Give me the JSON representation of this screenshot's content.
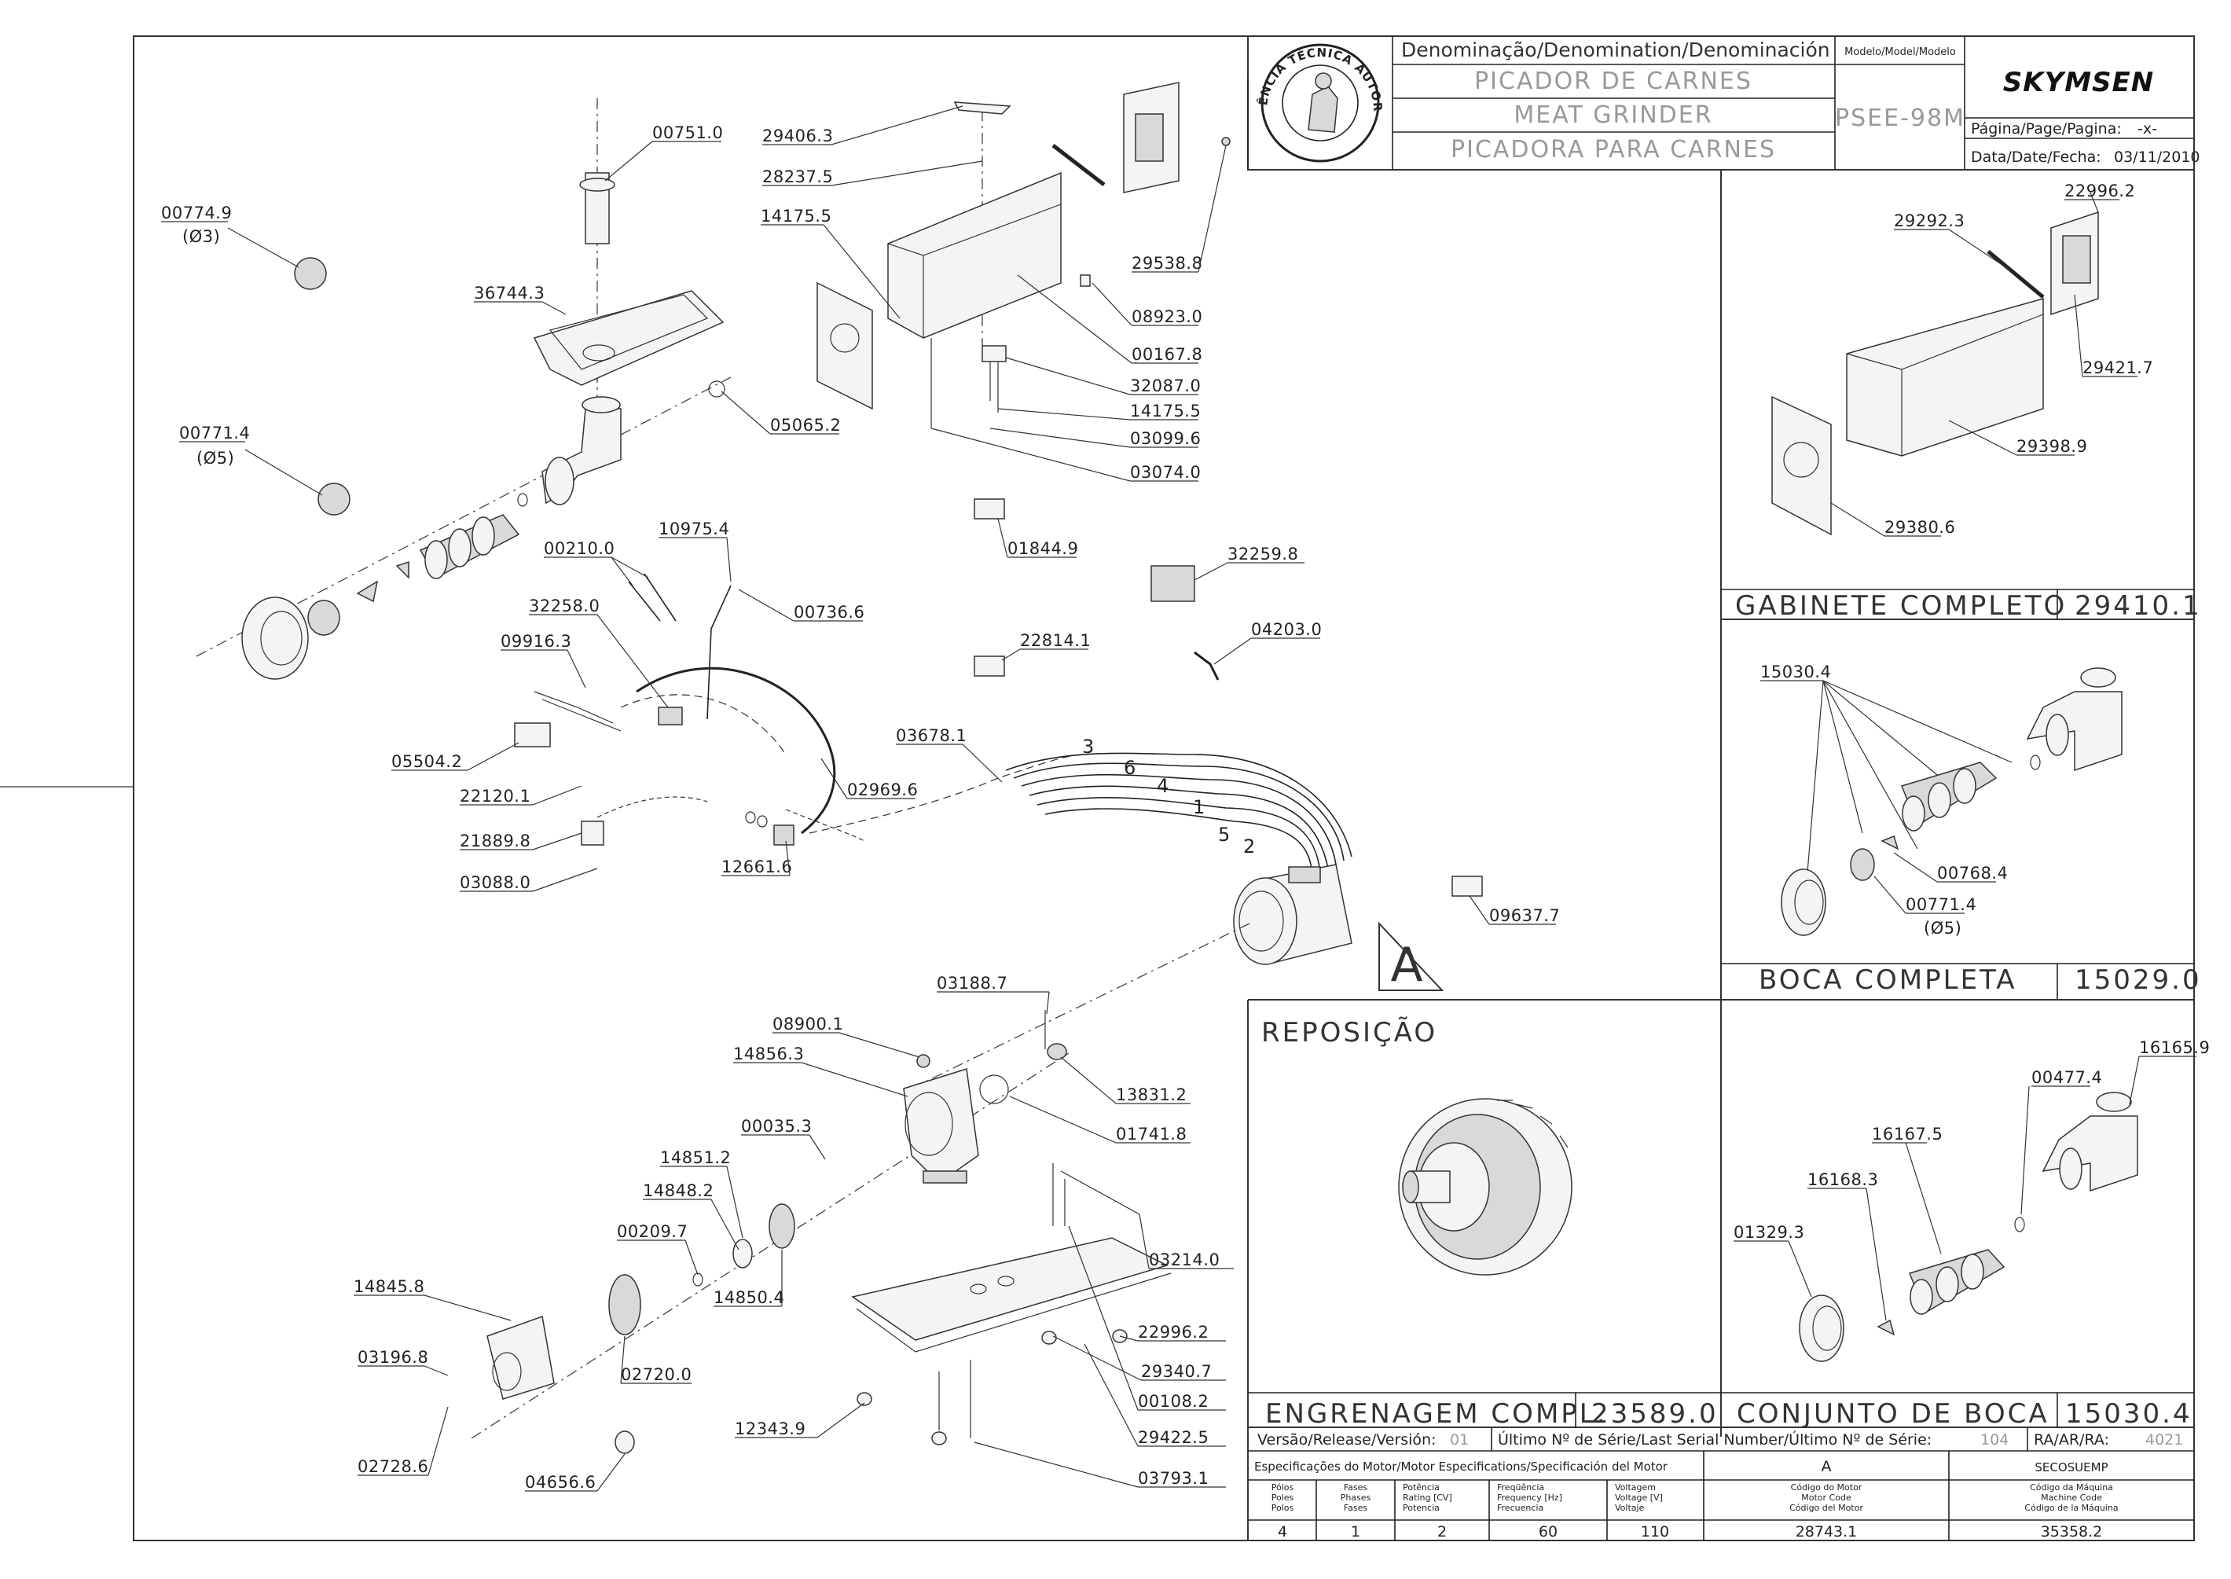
{
  "title_block": {
    "denomination_header": "Denominação/Denomination/Denominación",
    "name_pt": "PICADOR DE CARNES",
    "name_en": "MEAT GRINDER",
    "name_es": "PICADORA PARA CARNES",
    "model_header": "Modelo/Model/Modelo",
    "model": "PSEE-98M",
    "brand": "SKYMSEN",
    "page_label": "Página/Page/Pagina:",
    "page_value": "-x-",
    "date_label": "Data/Date/Fecha:",
    "date_value": "03/11/2010",
    "seal_text": "ASSISTÊNCIA TÉCNICA AUTORIZADA"
  },
  "parts": {
    "p00751_0": "00751.0",
    "p00774_9": "00774.9",
    "p00774_9_sub": "(Ø3)",
    "p36744_3": "36744.3",
    "p00771_4": "00771.4",
    "p00771_4_sub": "(Ø5)",
    "p05065_2": "05065.2",
    "p29406_3": "29406.3",
    "p28237_5": "28237.5",
    "p14175_5a": "14175.5",
    "p29538_8": "29538.8",
    "p08923_0": "08923.0",
    "p00167_8": "00167.8",
    "p32087_0": "32087.0",
    "p14175_5b": "14175.5",
    "p03099_6": "03099.6",
    "p03074_0": "03074.0",
    "p01844_9": "01844.9",
    "p32259_8": "32259.8",
    "p22814_1": "22814.1",
    "p04203_0": "04203.0",
    "p00210_0": "00210.0",
    "p10975_4": "10975.4",
    "p00736_6": "00736.6",
    "p32258_0": "32258.0",
    "p09916_3": "09916.3",
    "p05504_2": "05504.2",
    "p02969_6": "02969.6",
    "p03678_1": "03678.1",
    "p22120_1": "22120.1",
    "p21889_8": "21889.8",
    "p03088_0": "03088.0",
    "p12661_6": "12661.6",
    "p09637_7": "09637.7",
    "p03188_7": "03188.7",
    "p08900_1": "08900.1",
    "p14856_3": "14856.3",
    "p13831_2": "13831.2",
    "p01741_8": "01741.8",
    "p00035_3": "00035.3",
    "p14851_2": "14851.2",
    "p14848_2": "14848.2",
    "p00209_7": "00209.7",
    "p14850_4": "14850.4",
    "p03214_0": "03214.0",
    "p14845_8": "14845.8",
    "p22996_2a": "22996.2",
    "p29340_7": "29340.7",
    "p03196_8": "03196.8",
    "p02720_0": "02720.0",
    "p00108_2": "00108.2",
    "p12343_9": "12343.9",
    "p29422_5": "29422.5",
    "p02728_6": "02728.6",
    "p04656_6": "04656.6",
    "p03793_1": "03793.1",
    "motor_marker": "A"
  },
  "wire_numbers": [
    "3",
    "6",
    "4",
    "1",
    "5",
    "2"
  ],
  "panel_cabinet": {
    "p22996_2": "22996.2",
    "p29292_3": "29292.3",
    "p29421_7": "29421.7",
    "p29398_9": "29398.9",
    "p29380_6": "29380.6",
    "title": "GABINETE COMPLETO",
    "code": "29410.1"
  },
  "panel_mouth": {
    "p15030_4": "15030.4",
    "p00768_4": "00768.4",
    "p00771_4": "00771.4",
    "p00771_4_sub": "(Ø5)",
    "title": "BOCA COMPLETA",
    "code": "15029.0"
  },
  "panel_replacement": {
    "title": "REPOSIÇÃO",
    "footer_title": "ENGRENAGEM COMPL.",
    "footer_code": "23589.0"
  },
  "panel_mouth_set": {
    "p16165_9": "16165.9",
    "p00477_4": "00477.4",
    "p16167_5": "16167.5",
    "p16168_3": "16168.3",
    "p01329_3": "01329.3",
    "title": "CONJUNTO DE BOCA",
    "code": "15030.4"
  },
  "version_row": {
    "version_label": "Versão/Release/Versión:",
    "version_value": "01",
    "serial_label": "Último Nº de Série/Last Serial Number/Último Nº de Série:",
    "serial_value": "104",
    "ra_label": "RA/AR/RA:",
    "ra_value": "4021"
  },
  "motor_spec": {
    "header": "Especificações do Motor/Motor Especifications/Specificación del Motor",
    "col_a": "A",
    "col_b": "SECOSUEMP",
    "columns": [
      {
        "l1": "Pólos",
        "l2": "Poles",
        "l3": "Polos",
        "value": "4"
      },
      {
        "l1": "Fases",
        "l2": "Phases",
        "l3": "Fases",
        "value": "1"
      },
      {
        "l1": "Potência",
        "l2": "Rating [CV]",
        "l3": "Potencia",
        "value": "2"
      },
      {
        "l1": "Freqüência",
        "l2": "Frequency [Hz]",
        "l3": "Frecuencia",
        "value": "60"
      },
      {
        "l1": "Voltagem",
        "l2": "Voltage [V]",
        "l3": "Voltaje",
        "value": "110"
      }
    ],
    "motor_code": {
      "l1": "Código do Motor",
      "l2": "Motor Code",
      "l3": "Código del Motor",
      "value": "28743.1"
    },
    "machine_code": {
      "l1": "Código da Máquina",
      "l2": "Machine Code",
      "l3": "Código de la Máquina",
      "value": "35358.2"
    }
  }
}
